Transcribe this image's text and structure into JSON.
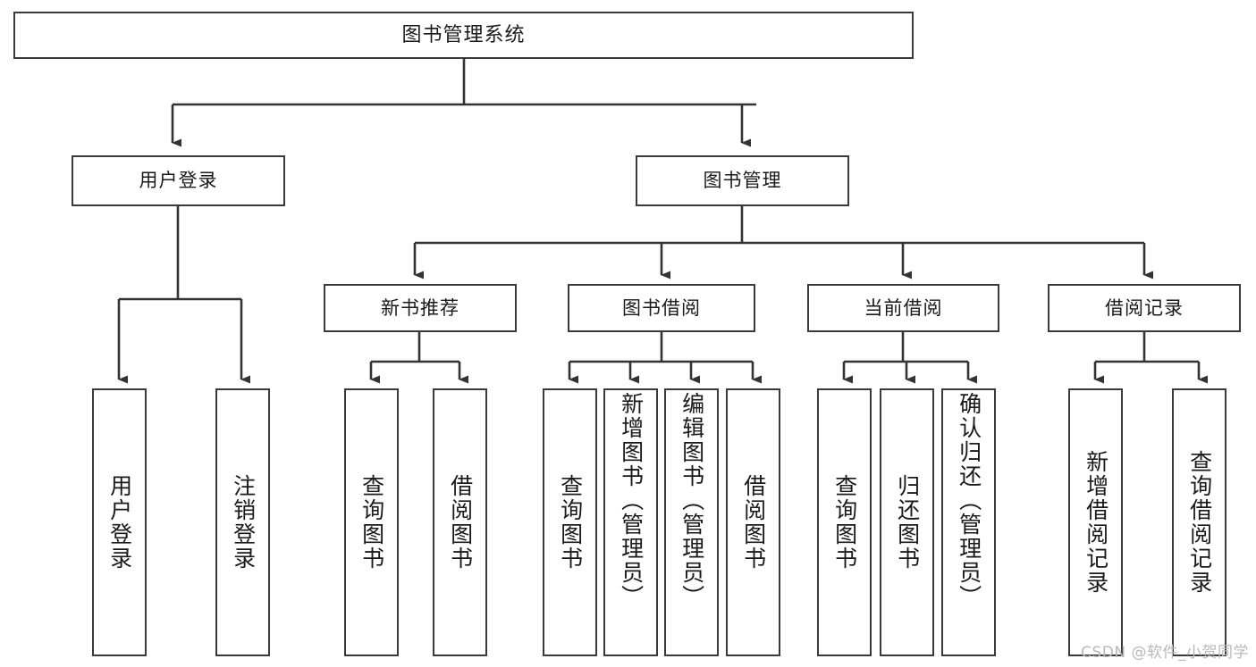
{
  "diagram": {
    "type": "tree",
    "title": "图书管理系统",
    "watermark": "CSDN @软件_小贺同学",
    "colors": {
      "box_border": "#3a3a3a",
      "box_fill": "#ffffff",
      "connector": "#333333",
      "text": "#1a1a1a",
      "watermark": "#b9b9b9",
      "background": "#ffffff"
    },
    "root": {
      "id": "root",
      "label": "图书管理系统"
    },
    "level1": [
      {
        "id": "login",
        "label": "用户登录"
      },
      {
        "id": "bookmgmt",
        "label": "图书管理"
      }
    ],
    "level2": [
      {
        "id": "newrec",
        "label": "新书推荐",
        "parent": "bookmgmt"
      },
      {
        "id": "borrow",
        "label": "图书借阅",
        "parent": "bookmgmt"
      },
      {
        "id": "current",
        "label": "当前借阅",
        "parent": "bookmgmt"
      },
      {
        "id": "record",
        "label": "借阅记录",
        "parent": "bookmgmt"
      }
    ],
    "leaves": [
      {
        "id": "leaf-login-1",
        "label": "用户登录",
        "parent": "login"
      },
      {
        "id": "leaf-login-2",
        "label": "注销登录",
        "parent": "login"
      },
      {
        "id": "leaf-newrec-1",
        "label": "查询图书",
        "parent": "newrec"
      },
      {
        "id": "leaf-newrec-2",
        "label": "借阅图书",
        "parent": "newrec"
      },
      {
        "id": "leaf-borrow-1",
        "label": "查询图书",
        "parent": "borrow"
      },
      {
        "id": "leaf-borrow-2",
        "label": "新增图书（管理员）",
        "parent": "borrow"
      },
      {
        "id": "leaf-borrow-3",
        "label": "编辑图书（管理员）",
        "parent": "borrow"
      },
      {
        "id": "leaf-borrow-4",
        "label": "借阅图书",
        "parent": "borrow"
      },
      {
        "id": "leaf-current-1",
        "label": "查询图书",
        "parent": "current"
      },
      {
        "id": "leaf-current-2",
        "label": "归还图书",
        "parent": "current"
      },
      {
        "id": "leaf-current-3",
        "label": "确认归还（管理员）",
        "parent": "current"
      },
      {
        "id": "leaf-record-1",
        "label": "新增借阅记录",
        "parent": "record"
      },
      {
        "id": "leaf-record-2",
        "label": "查询借阅记录",
        "parent": "record"
      }
    ]
  }
}
